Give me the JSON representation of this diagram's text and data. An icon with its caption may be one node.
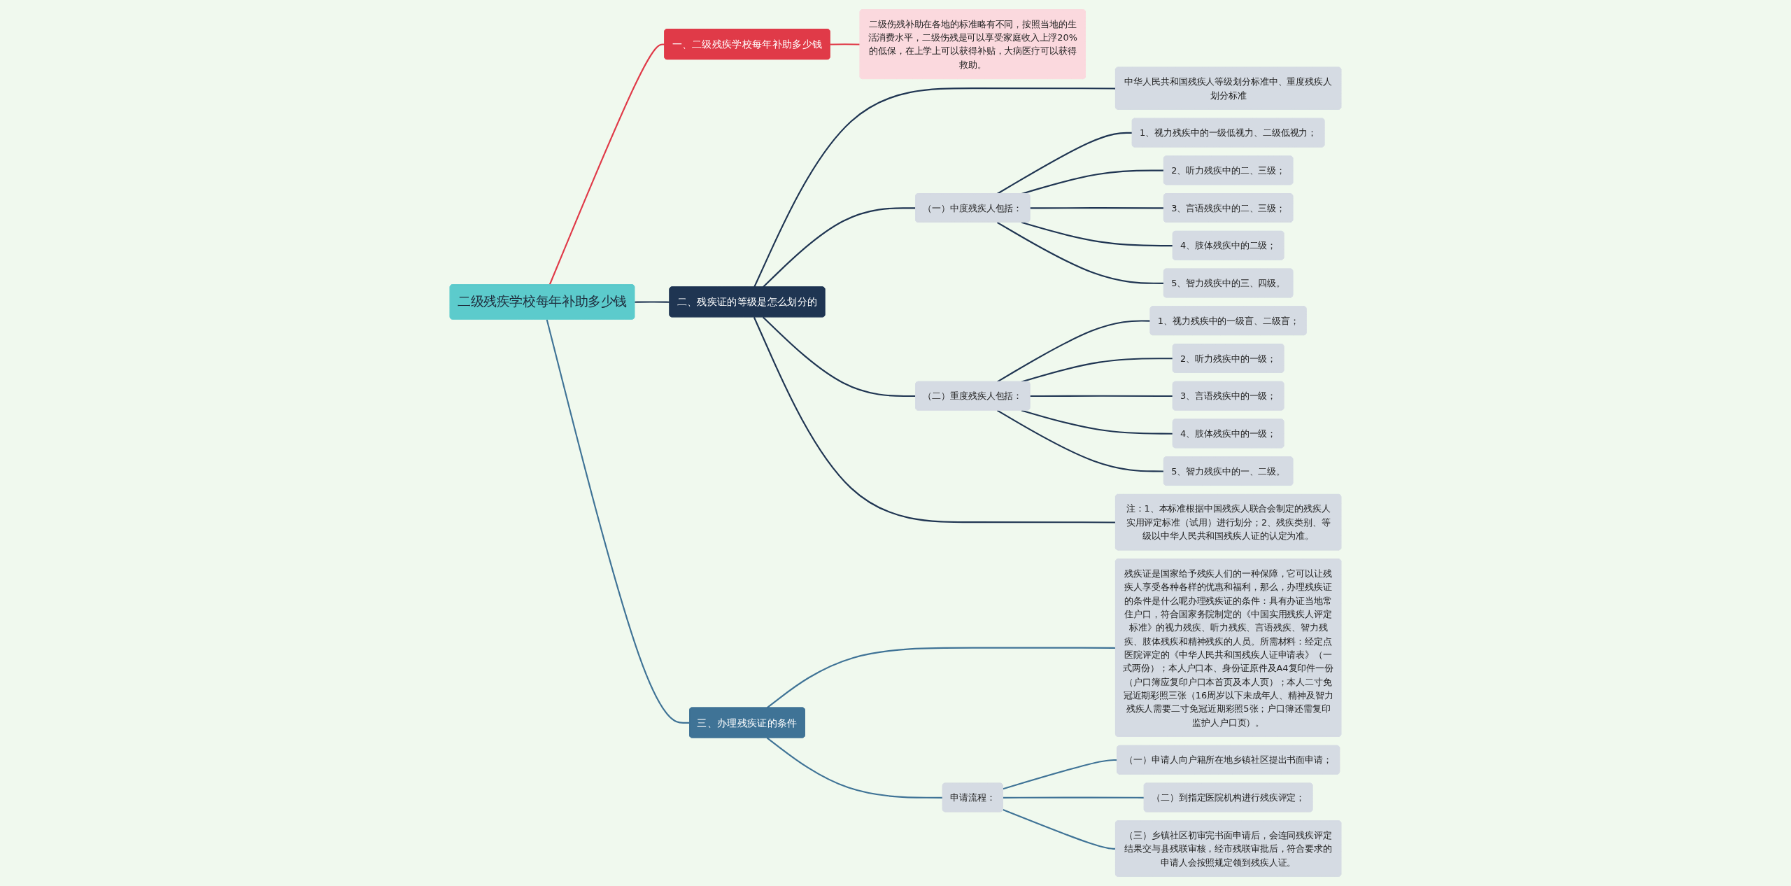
{
  "diagram": {
    "nodes": [
      {
        "text": [
          "二级残疾学校每年补助多少钱"
        ]
      },
      {
        "text": [
          "一、二级残疾学校每年补助多少钱"
        ]
      },
      {
        "text": [
          "二级伤残补助在各地的标准略有不同，按照当地的生活消费水平，二级伤残是可以享受家庭收入上浮20%的低保，在上学上可以获得补贴，大病医疗可以获得救助。"
        ]
      },
      {
        "text": [
          "二、残疾证的等级是怎么划分的"
        ]
      },
      {
        "text": [
          "中华人民共和国残疾人等级划分标准中、重度残疾人划分标准"
        ]
      },
      {
        "text": [
          "（一）中度残疾人包括："
        ]
      },
      {
        "text": [
          "1、视力残疾中的一级低视力、二级低视力；"
        ]
      },
      {
        "text": [
          "2、听力残疾中的二、三级；"
        ]
      },
      {
        "text": [
          "3、言语残疾中的二、三级；"
        ]
      },
      {
        "text": [
          "4、肢体残疾中的二级；"
        ]
      },
      {
        "text": [
          "5、智力残疾中的三、四级。"
        ]
      },
      {
        "text": [
          "（二）重度残疾人包括："
        ]
      },
      {
        "text": [
          "1、视力残疾中的一级盲、二级盲；"
        ]
      },
      {
        "text": [
          "2、听力残疾中的一级；"
        ]
      },
      {
        "text": [
          "3、言语残疾中的一级；"
        ]
      },
      {
        "text": [
          "4、肢体残疾中的一级；"
        ]
      },
      {
        "text": [
          "5、智力残疾中的一、二级。"
        ]
      },
      {
        "text": [
          "注：1、本标准根据中国残疾人联合会制定的残疾人实用评定标准（试用）进行划分；2、残疾类别、等级以中华人民共和国残疾人证的认定为准。"
        ]
      },
      {
        "text": [
          "三、办理残疾证的条件"
        ]
      },
      {
        "text": [
          "残疾证是国家给予残疾人们的一种保障，它可以让残疾人享受各种各样的优惠和福利，那么，办理残疾证的条件是什么呢办理残疾证的条件：具有办证当地常住户口，符合国家务院制定的《中国实用残疾人评定标准》的视力残疾、听力残疾、言语残疾、智力残疾、肢体残疾和精神残疾的人员。所需材料：经定点医院评定的《中华人民共和国残疾人证申请表》（一式两份）；本人户口本、身份证原件及A4复印件一份（户口簿应复印户口本首页及本人页）；本人二寸免冠近期彩照三张（16周岁以下未成年人、精神及智力残疾人需要二寸免冠近期彩照5张；户口簿还需复印监护人户口页）。"
        ]
      },
      {
        "text": [
          "申请流程："
        ]
      },
      {
        "text": [
          "（一）申请人向户籍所在地乡镇社区提出书面申请；"
        ]
      },
      {
        "text": [
          "（二）到指定医院机构进行残疾评定；"
        ]
      },
      {
        "text": [
          "（三）乡镇社区初审完书面申请后，会连同残疾评定结果交与县残联审核，经市残联审批后，符合要求的申请人会按照规定领到残疾人证。"
        ]
      }
    ],
    "edges": [
      {
        "from": 0,
        "to": 1,
        "arrow": "none",
        "color": "#e03a48"
      },
      {
        "from": 1,
        "to": 2,
        "arrow": "none",
        "color": "#e03a48"
      },
      {
        "from": 0,
        "to": 3,
        "arrow": "none"
      },
      {
        "from": 3,
        "to": 4,
        "arrow": "none"
      },
      {
        "from": 3,
        "to": 5,
        "arrow": "none"
      },
      {
        "from": 5,
        "to": 6,
        "arrow": "none"
      },
      {
        "from": 5,
        "to": 7,
        "arrow": "none"
      },
      {
        "from": 5,
        "to": 8,
        "arrow": "none"
      },
      {
        "from": 5,
        "to": 9,
        "arrow": "none"
      },
      {
        "from": 5,
        "to": 10,
        "arrow": "none"
      },
      {
        "from": 3,
        "to": 11,
        "arrow": "none"
      },
      {
        "from": 11,
        "to": 12,
        "arrow": "none"
      },
      {
        "from": 11,
        "to": 13,
        "arrow": "none"
      },
      {
        "from": 11,
        "to": 14,
        "arrow": "none"
      },
      {
        "from": 11,
        "to": 15,
        "arrow": "none"
      },
      {
        "from": 11,
        "to": 16,
        "arrow": "none"
      },
      {
        "from": 3,
        "to": 17,
        "arrow": "none"
      },
      {
        "from": 0,
        "to": 18,
        "arrow": "none",
        "color": "#3f7396"
      },
      {
        "from": 18,
        "to": 19,
        "arrow": "none",
        "color": "#3f7396"
      },
      {
        "from": 18,
        "to": 20,
        "arrow": "none",
        "color": "#3f7396"
      },
      {
        "from": 20,
        "to": 21,
        "arrow": "none",
        "color": "#3f7396"
      },
      {
        "from": 20,
        "to": 22,
        "arrow": "none",
        "color": "#3f7396"
      },
      {
        "from": 20,
        "to": 23,
        "arrow": "none",
        "color": "#3f7396"
      }
    ]
  }
}
